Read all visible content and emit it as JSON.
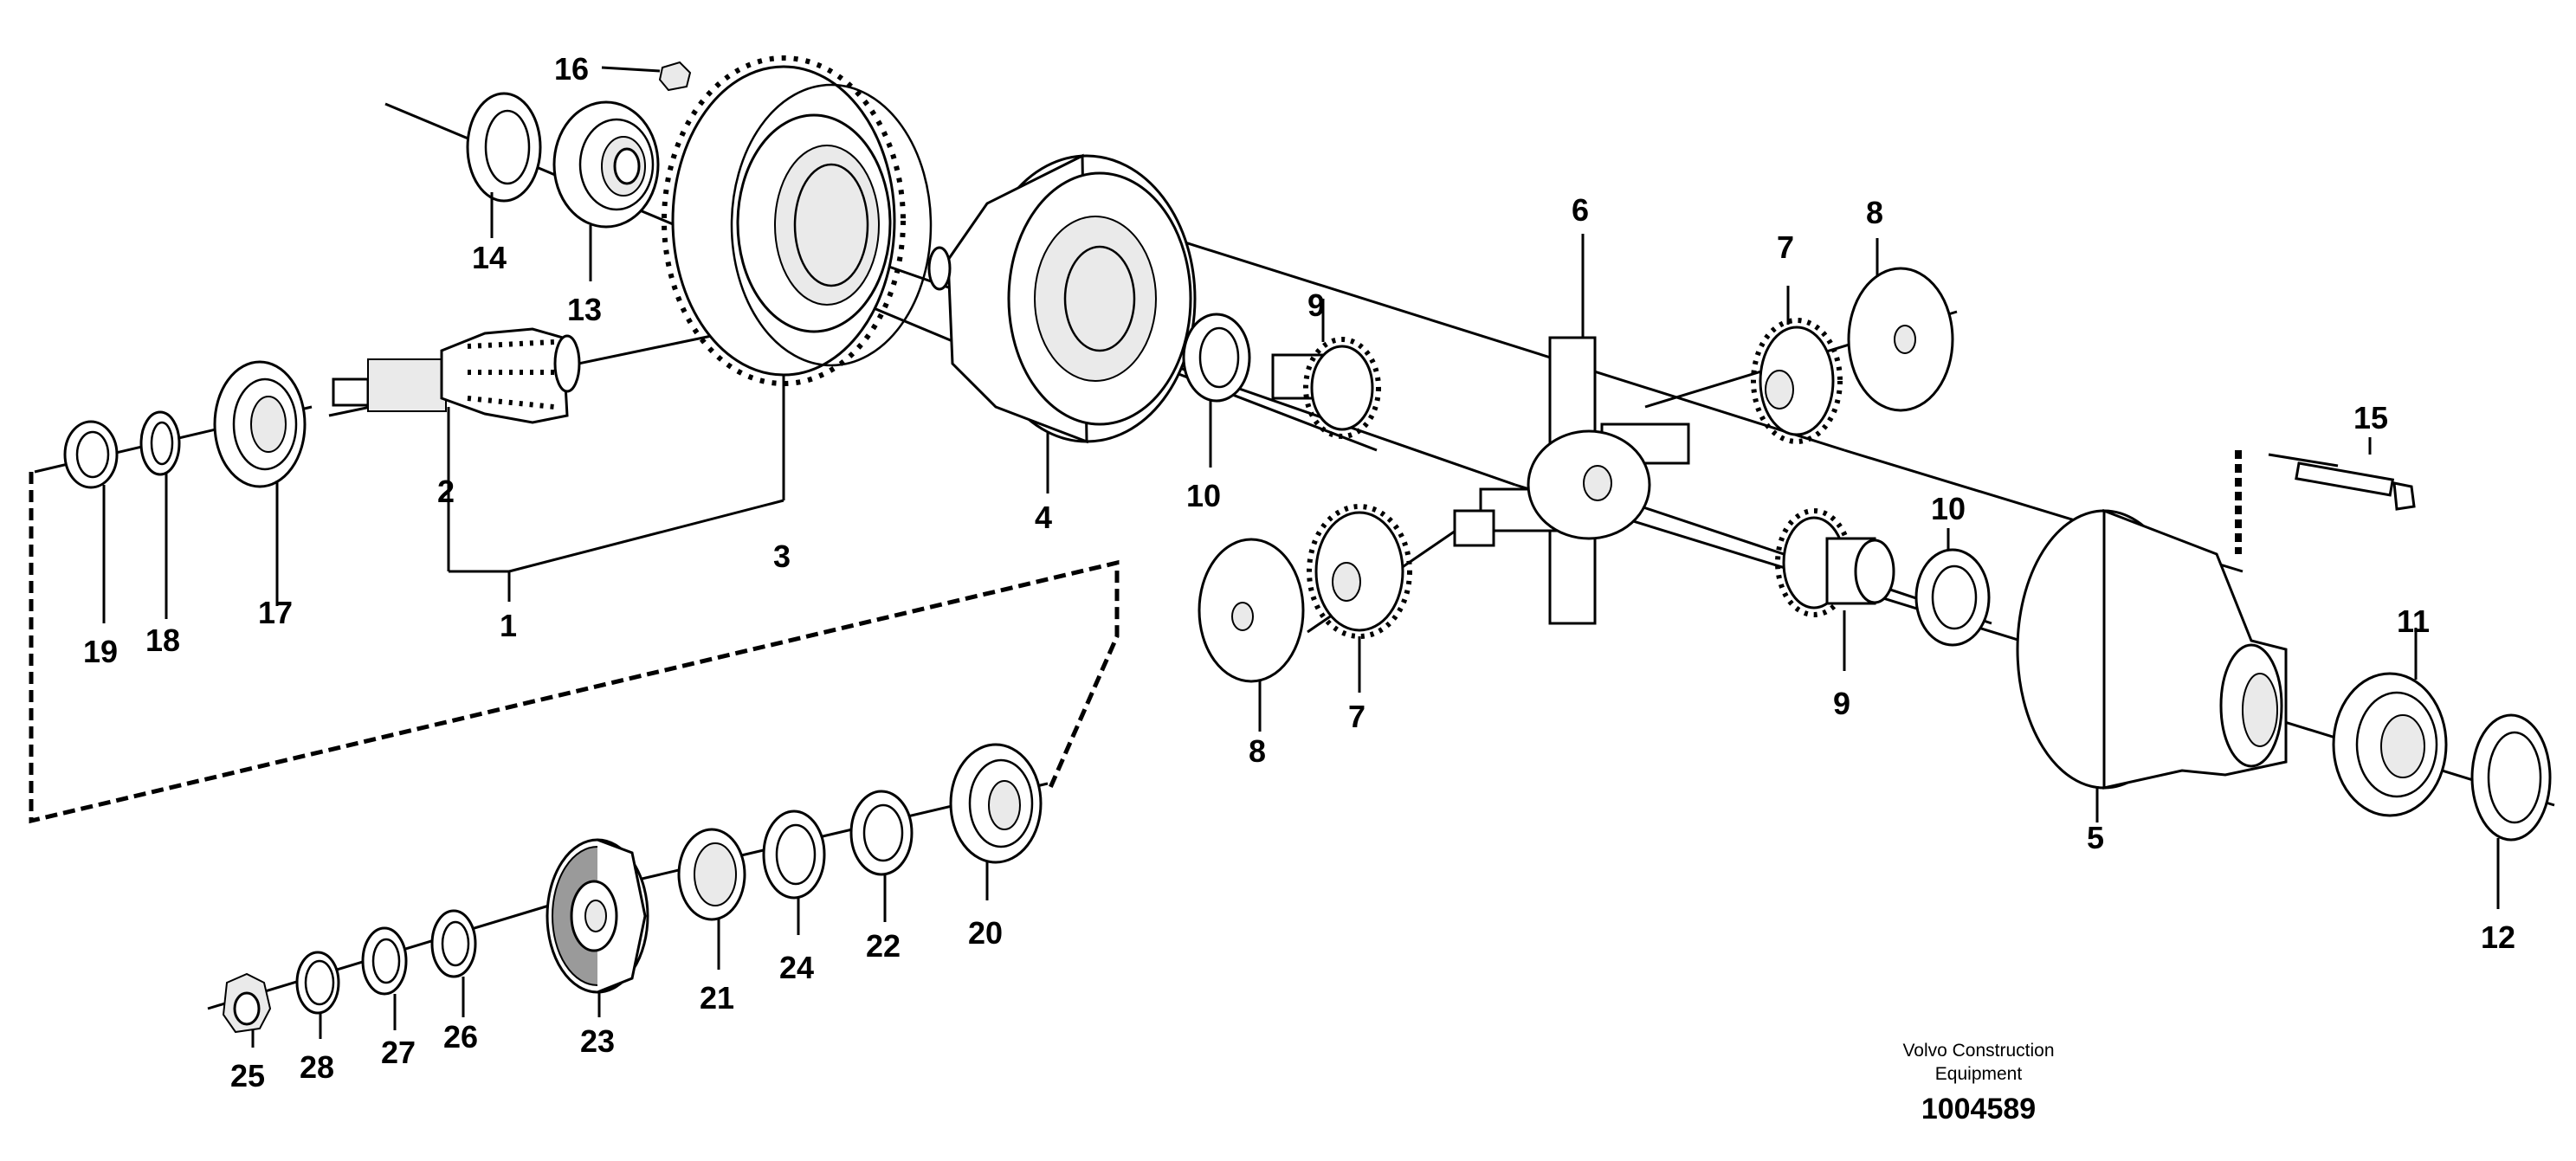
{
  "labels": {
    "p1": "1",
    "p2": "2",
    "p3": "3",
    "p4": "4",
    "p5": "5",
    "p6": "6",
    "p7a": "7",
    "p7b": "7",
    "p8a": "8",
    "p8b": "8",
    "p9a": "9",
    "p9b": "9",
    "p10a": "10",
    "p10b": "10",
    "p11": "11",
    "p12": "12",
    "p13": "13",
    "p14": "14",
    "p15": "15",
    "p16": "16",
    "p17": "17",
    "p18": "18",
    "p19": "19",
    "p20": "20",
    "p21": "21",
    "p22": "22",
    "p23": "23",
    "p24": "24",
    "p25": "25",
    "p26": "26",
    "p27": "27",
    "p28": "28"
  },
  "footer": {
    "company_line1": "Volvo Construction",
    "company_line2": "Equipment",
    "doc_number": "1004589"
  }
}
